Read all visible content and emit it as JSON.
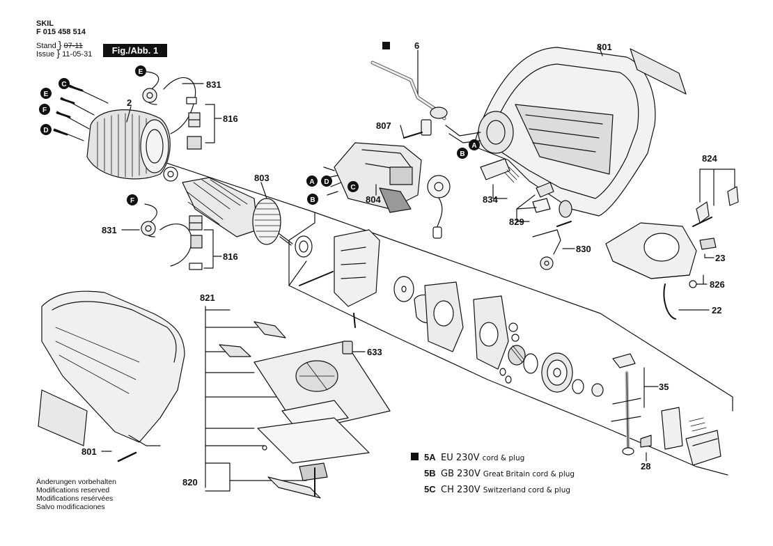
{
  "header": {
    "brand": "SKIL",
    "part_number": "F 015 458 514",
    "stand_label": "Stand",
    "issue_label": "Issue",
    "stand_value": "07-11",
    "issue_value": "11-05-31",
    "fig_badge": "Fig./Abb. 1"
  },
  "part_labels": {
    "p6": "6",
    "p801a": "801",
    "p831a": "831",
    "p816a": "816",
    "p2": "2",
    "p807": "807",
    "p803": "803",
    "p804": "804",
    "p834": "834",
    "p824": "824",
    "p829": "829",
    "p830": "830",
    "p23": "23",
    "p826": "826",
    "p22": "22",
    "p831b": "831",
    "p816b": "816",
    "p821": "821",
    "p633": "633",
    "p35": "35",
    "p28": "28",
    "p801b": "801",
    "p820": "820"
  },
  "markers": {
    "m_e1": "E",
    "m_c1": "C",
    "m_e2": "E",
    "m_f1": "F",
    "m_d1": "D",
    "m_b1": "B",
    "m_a1": "A",
    "m_a2": "A",
    "m_d2": "D",
    "m_c2": "C",
    "m_b2": "B",
    "m_f2": "F"
  },
  "legend": [
    {
      "code": "5A",
      "voltage": "EU 230V",
      "desc": "cord & plug",
      "square": true
    },
    {
      "code": "5B",
      "voltage": "GB 230V",
      "desc": "Great Britain cord & plug",
      "square": false
    },
    {
      "code": "5C",
      "voltage": "CH 230V",
      "desc": "Switzerland cord & plug",
      "square": false
    }
  ],
  "footer": [
    "Änderungen vorbehalten",
    "Modifications reserved",
    "Modifications resérvées",
    "Salvo modificaciones"
  ]
}
